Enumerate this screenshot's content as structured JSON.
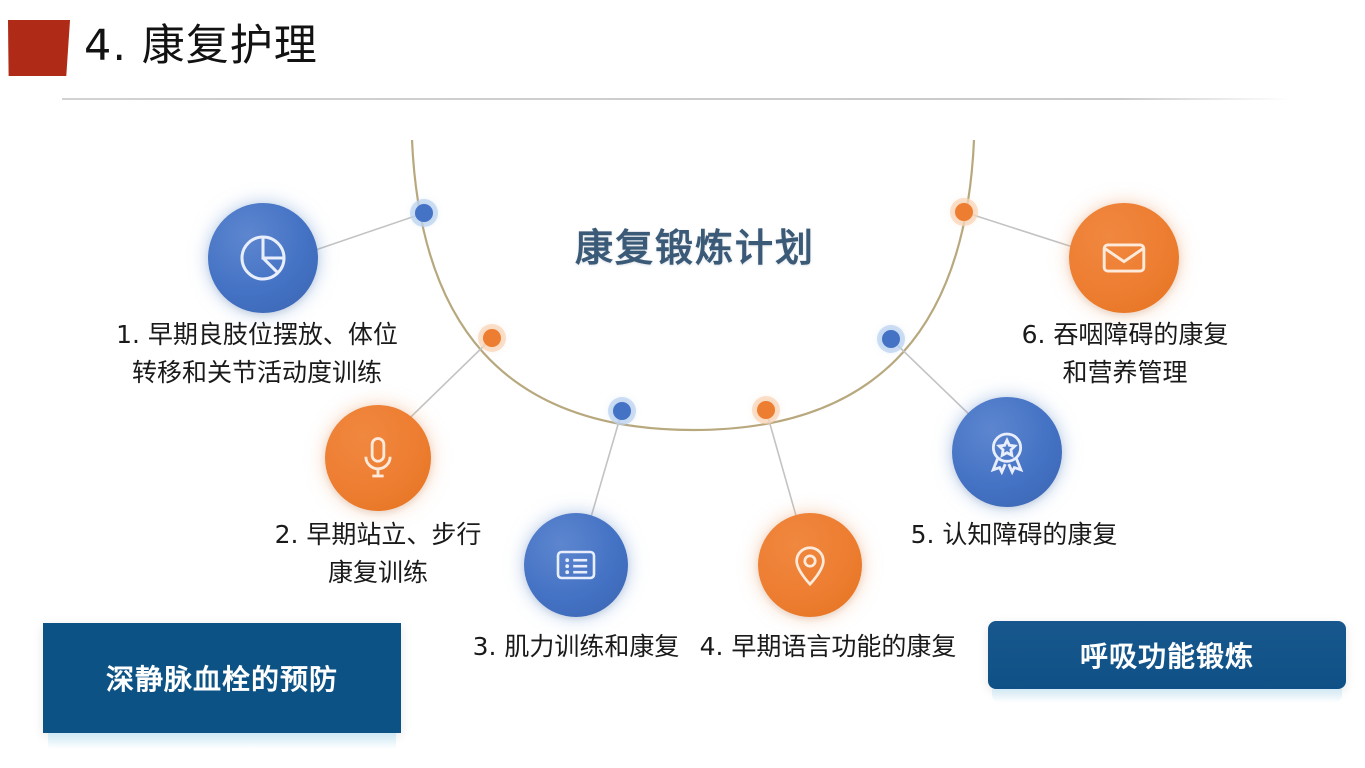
{
  "header": {
    "title": "4. 康复护理",
    "accent_color": "#b02a18"
  },
  "diagram": {
    "center_title": "康复锻炼计划",
    "center_title_color": "#3b5a77",
    "blue": "#4472c4",
    "orange": "#ed7d31",
    "arc_color": "#b8a87e",
    "nodes": [
      {
        "id": 1,
        "icon": "pie-chart-icon",
        "color": "blue",
        "caption_lines": [
          "1. 早期良肢位摆放、体位",
          "转移和关节活动度训练"
        ]
      },
      {
        "id": 2,
        "icon": "microphone-icon",
        "color": "orange",
        "caption_lines": [
          "2. 早期站立、步行",
          "康复训练"
        ]
      },
      {
        "id": 3,
        "icon": "list-icon",
        "color": "blue",
        "caption_lines": [
          "3. 肌力训练和康复"
        ]
      },
      {
        "id": 4,
        "icon": "map-pin-icon",
        "color": "orange",
        "caption_lines": [
          "4. 早期语言功能的康复"
        ]
      },
      {
        "id": 5,
        "icon": "award-badge-icon",
        "color": "blue",
        "caption_lines": [
          "5. 认知障碍的康复"
        ]
      },
      {
        "id": 6,
        "icon": "envelope-icon",
        "color": "orange",
        "caption_lines": [
          "6. 吞咽障碍的康复",
          "和营养管理"
        ]
      }
    ]
  },
  "banners": {
    "left": {
      "label": "深静脉血栓的预防",
      "color": "#0d5285"
    },
    "right": {
      "label": "呼吸功能锻炼",
      "color": "#0f5186"
    }
  }
}
